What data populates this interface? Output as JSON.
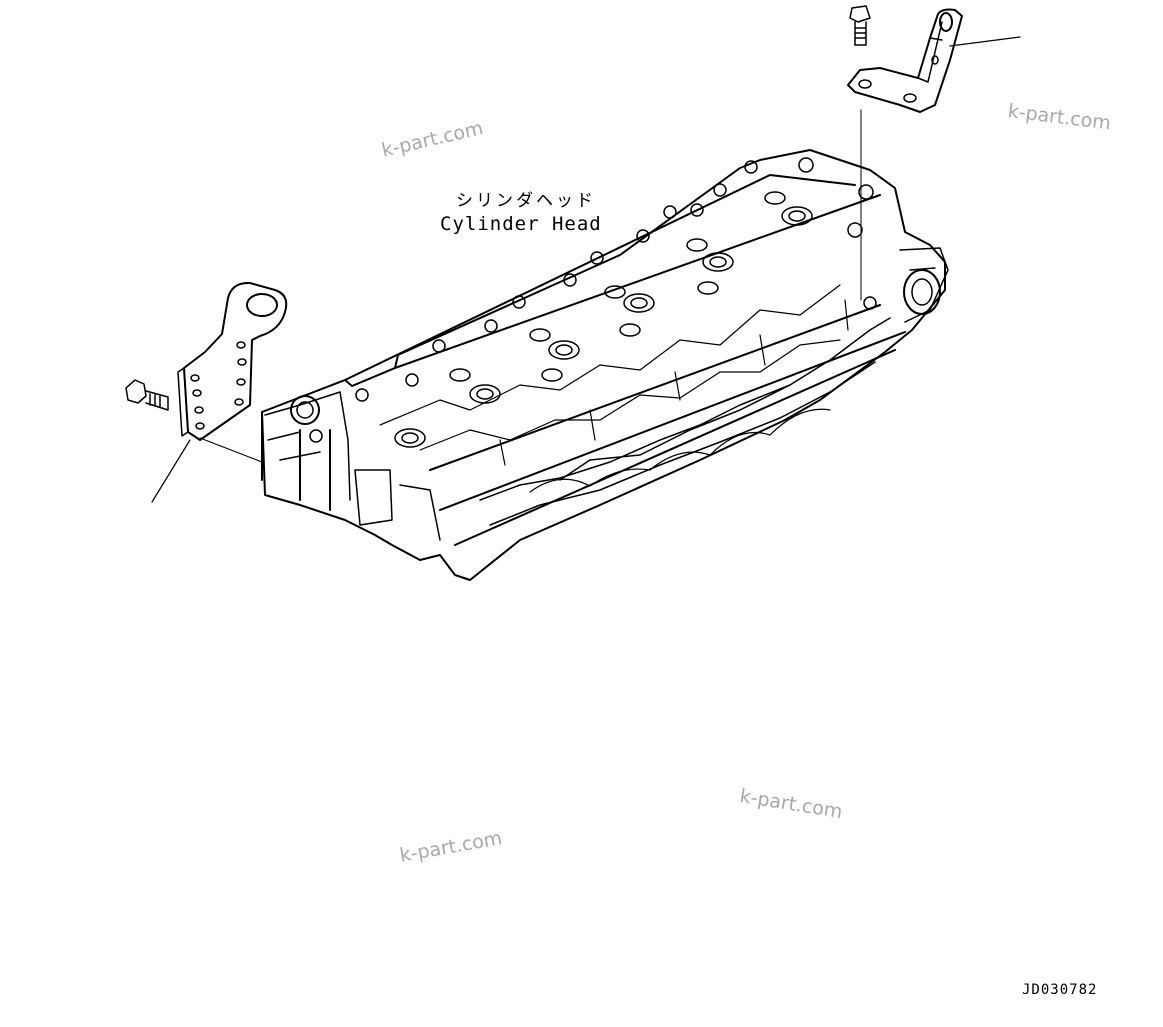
{
  "diagram": {
    "part_label_japanese": "シリンダヘッド",
    "part_label_english": "Cylinder Head",
    "drawing_code": "JD030782"
  },
  "watermarks": [
    "k-part.com",
    "k-part.com",
    "k-part.com",
    "k-part.com"
  ],
  "colors": {
    "line": "#000000",
    "watermark": "#a8a8a8",
    "background": "#ffffff"
  }
}
